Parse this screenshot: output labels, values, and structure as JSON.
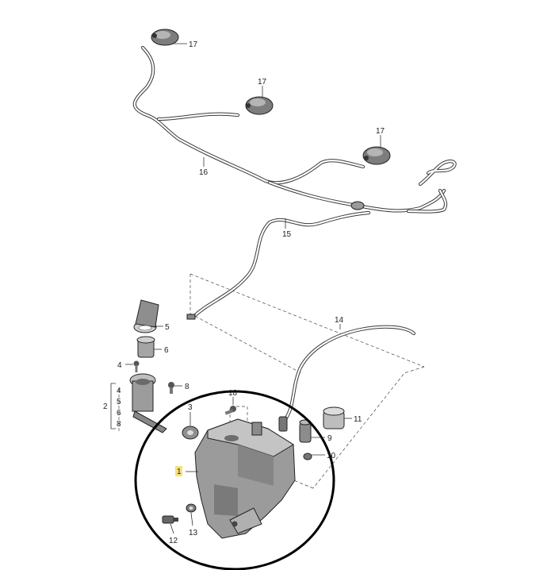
{
  "diagram": {
    "callouts": [
      {
        "id": "c17a",
        "text": "17"
      },
      {
        "id": "c17b",
        "text": "17"
      },
      {
        "id": "c17c",
        "text": "17"
      },
      {
        "id": "c16",
        "text": "16"
      },
      {
        "id": "c15",
        "text": "15"
      },
      {
        "id": "c14",
        "text": "14"
      },
      {
        "id": "c5",
        "text": "5"
      },
      {
        "id": "c6",
        "text": "6"
      },
      {
        "id": "c4",
        "text": "4"
      },
      {
        "id": "c8",
        "text": "8"
      },
      {
        "id": "c3",
        "text": "3"
      },
      {
        "id": "c18",
        "text": "18"
      },
      {
        "id": "c11",
        "text": "11"
      },
      {
        "id": "c9",
        "text": "9"
      },
      {
        "id": "c10",
        "text": "10"
      },
      {
        "id": "c1",
        "text": "1"
      },
      {
        "id": "c12",
        "text": "12"
      },
      {
        "id": "c13",
        "text": "13"
      },
      {
        "id": "c2",
        "text": "2"
      },
      {
        "id": "c2_4",
        "text": "4"
      },
      {
        "id": "c2_5",
        "text": "5"
      },
      {
        "id": "c2_6",
        "text": "6"
      },
      {
        "id": "c2_8",
        "text": "8"
      }
    ],
    "highlighted_callout": "1",
    "highlight_color": "#f4e17a",
    "ellipse_color": "#000000"
  }
}
